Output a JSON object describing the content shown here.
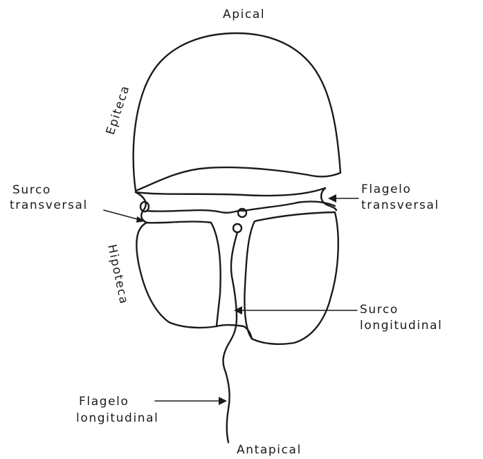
{
  "labels": {
    "apical": "Apical",
    "antapical": "Antapical",
    "epiteca": "Epiteca",
    "hipoteca": "Hipoteca",
    "surco_transversal": [
      "Surco",
      "transversal"
    ],
    "flagelo_transversal": [
      "Flagelo",
      "transversal"
    ],
    "surco_longitudinal": [
      "Surco",
      "longitudinal"
    ],
    "flagelo_longitudinal": [
      "Flagelo",
      "longitudinal"
    ]
  },
  "colors": {
    "ink": "#1a1a1a",
    "background": "#ffffff"
  }
}
